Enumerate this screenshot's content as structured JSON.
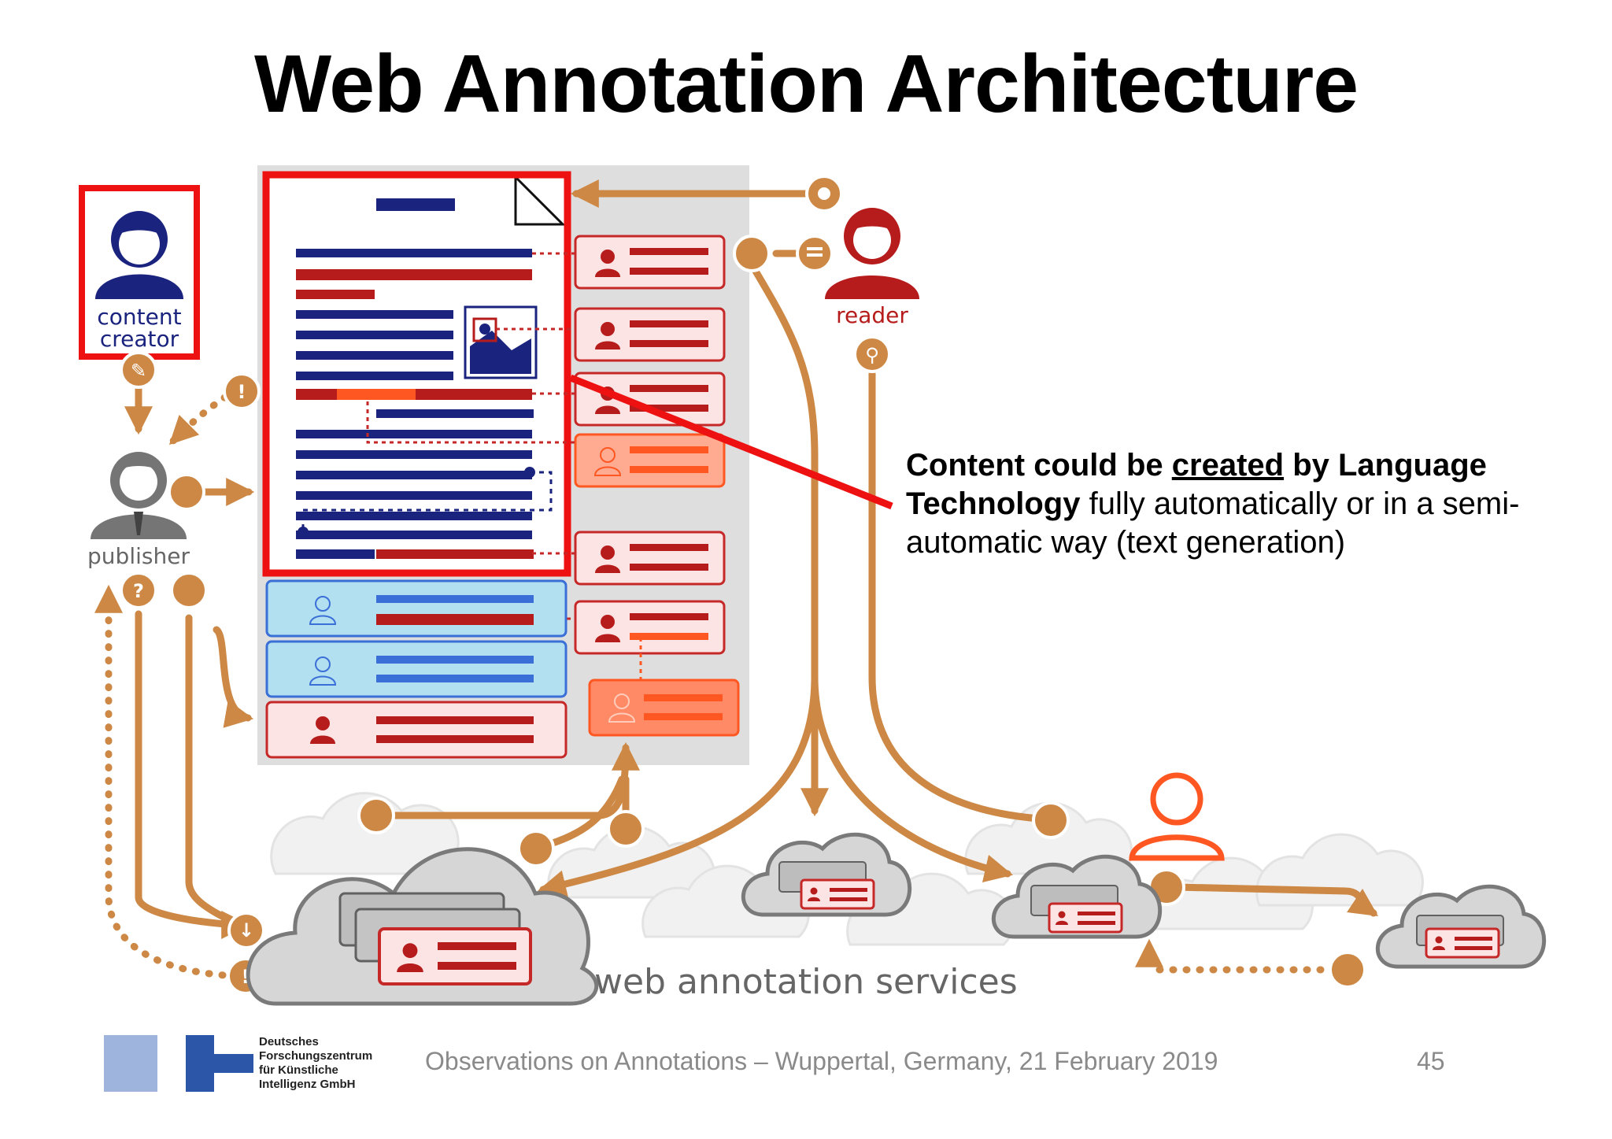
{
  "slide": {
    "title": "Web Annotation Architecture",
    "labels": {
      "content_creator_line1": "content",
      "content_creator_line2": "creator",
      "publisher": "publisher",
      "reader": "reader",
      "services": "web annotation services"
    },
    "callout": {
      "part1_bold": "Content could be ",
      "part2_bold_underlined": "created",
      "part3_bold": " by Language Technology",
      "part4": " fully automatically or in a semi-automatic way (text generation)"
    },
    "footer": {
      "text": "Observations on Annotations – Wuppertal, Germany, 21 February 2019",
      "page_number": "45",
      "logo_lines": [
        "Deutsches",
        "Forschungszentrum",
        "für Künstliche",
        "Intelligenz GmbH"
      ]
    },
    "colors": {
      "highlight_red": "#ee1111",
      "navy": "#1a237e",
      "dark_red": "#b71c1c",
      "orange": "#ff5722",
      "brown": "#cc8844",
      "gray_panel": "#dcdcdc"
    }
  }
}
